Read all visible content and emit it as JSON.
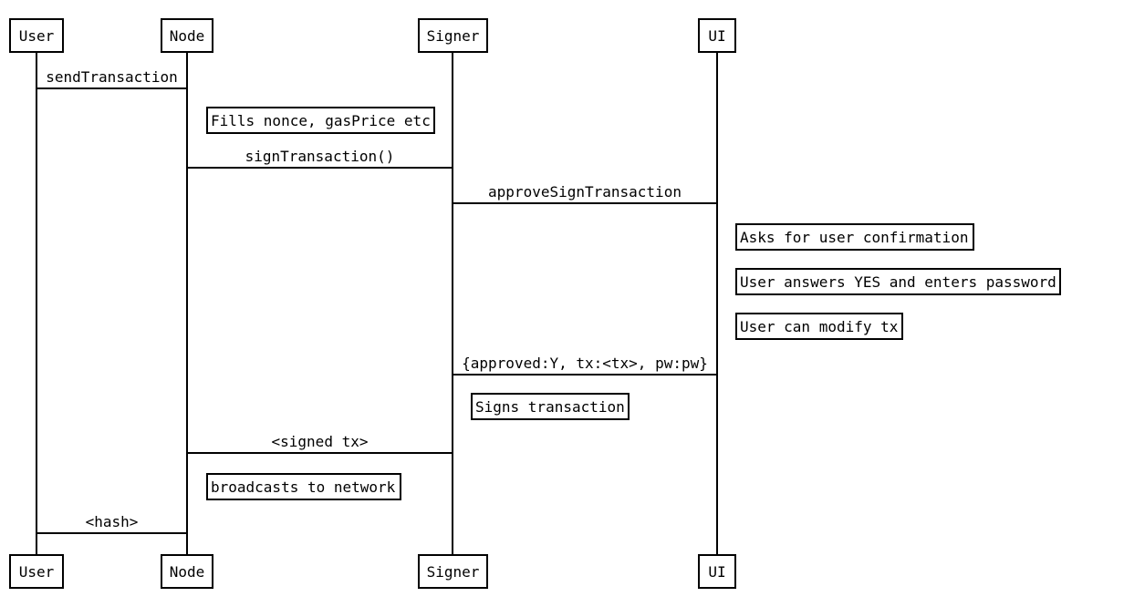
{
  "colors": {
    "background": "#ffffff",
    "line": "#000000",
    "text": "#000000"
  },
  "actors": [
    {
      "label": "User"
    },
    {
      "label": "Node"
    },
    {
      "label": "Signer"
    },
    {
      "label": "UI"
    }
  ],
  "messages": [
    {
      "label": "sendTransaction",
      "from": "User",
      "to": "Node"
    },
    {
      "label": "signTransaction()",
      "from": "Node",
      "to": "Signer"
    },
    {
      "label": "approveSignTransaction",
      "from": "Signer",
      "to": "UI"
    },
    {
      "label": "{approved:Y, tx:<tx>, pw:pw}",
      "from": "UI",
      "to": "Signer"
    },
    {
      "label": "<signed tx>",
      "from": "Signer",
      "to": "Node"
    },
    {
      "label": "<hash>",
      "from": "Node",
      "to": "User"
    }
  ],
  "notes": [
    {
      "label": "Fills nonce, gasPrice etc",
      "actor": "Node"
    },
    {
      "label": "Asks for user confirmation",
      "actor": "UI"
    },
    {
      "label": "User answers YES and enters password",
      "actor": "UI"
    },
    {
      "label": "User can modify tx",
      "actor": "UI"
    },
    {
      "label": "Signs transaction",
      "actor": "Signer"
    },
    {
      "label": "broadcasts to network",
      "actor": "Node"
    }
  ]
}
